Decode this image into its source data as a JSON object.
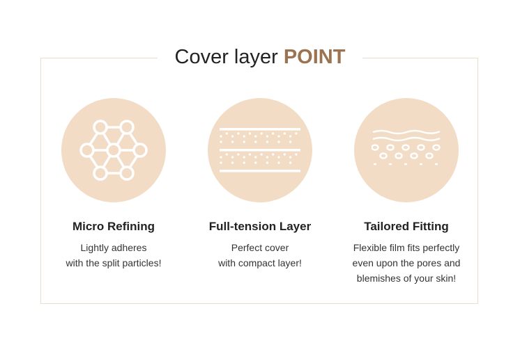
{
  "title": {
    "main": "Cover layer ",
    "accent": "POINT"
  },
  "features": [
    {
      "icon": "molecule-icon",
      "heading": "Micro Refining",
      "desc": "Lightly adheres\nwith the split particles!"
    },
    {
      "icon": "layers-icon",
      "heading": "Full-tension Layer",
      "desc": "Perfect cover\nwith compact layer!"
    },
    {
      "icon": "skin-pores-icon",
      "heading": "Tailored Fitting",
      "desc": "Flexible film fits perfectly\neven upon the pores and\nblemishes of your skin!"
    }
  ],
  "colors": {
    "accent": "#9b7350",
    "circle": "#f2dcc5",
    "border": "#ecdccb"
  }
}
